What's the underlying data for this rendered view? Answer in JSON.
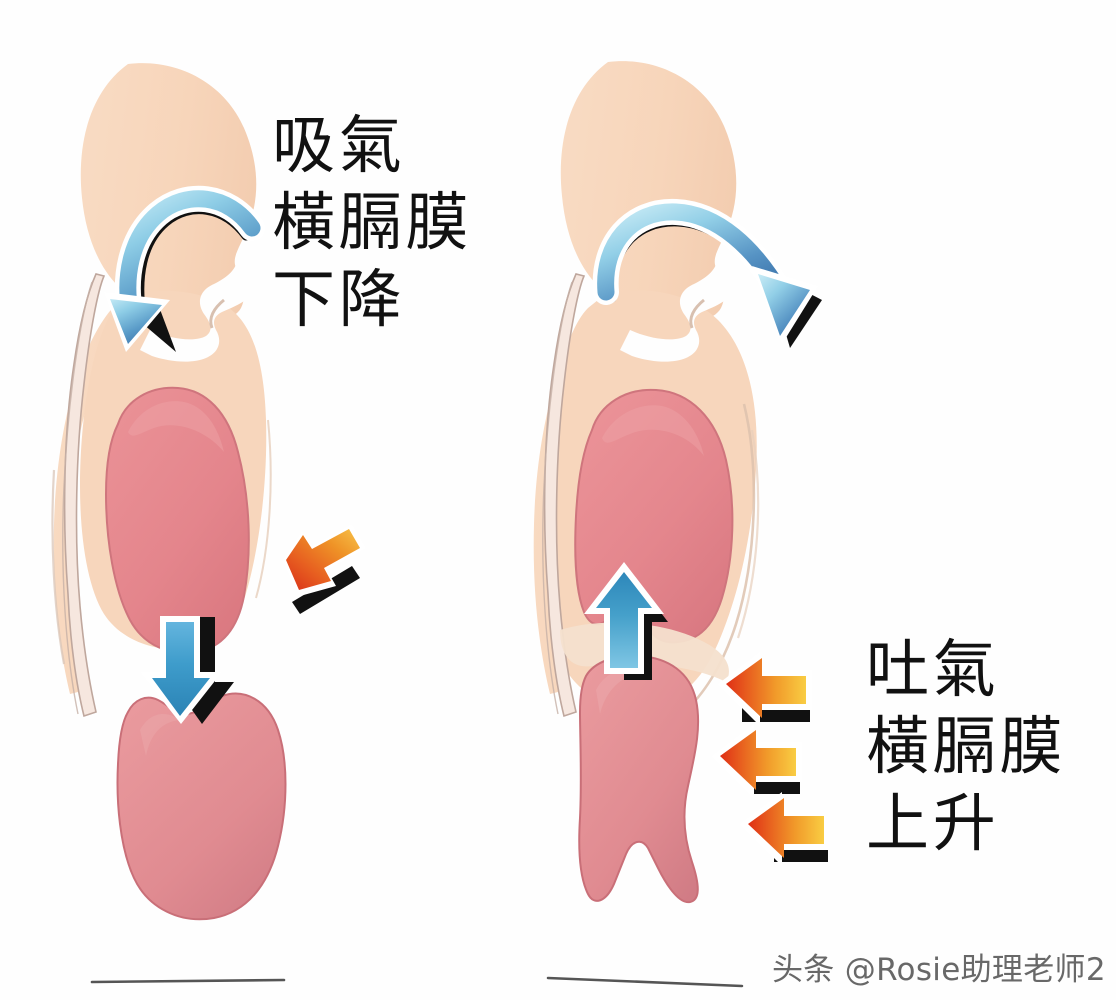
{
  "figure": {
    "title_alt": "Diaphragmatic breathing diagram",
    "background_color": "#fefefe"
  },
  "labels": {
    "inhale": {
      "name": "inhale-label",
      "lines": [
        "吸氣",
        "橫膈膜",
        "下降"
      ],
      "color": "#111111"
    },
    "exhale": {
      "name": "exhale-label",
      "lines": [
        "吐氣",
        "橫膈膜",
        "上升"
      ],
      "color": "#111111"
    }
  },
  "watermark": {
    "text": "头条 @Rosie助理老师2",
    "color": "#5d5d5d"
  },
  "palette": {
    "skin": "#f7d8bf",
    "skin_shadow": "#efcbb0",
    "skin_light": "#fbe7d6",
    "lung": "#e88d92",
    "lung_shadow": "#d3777e",
    "lung_edge": "#c9727a",
    "spine": "#f4e4dc",
    "spine_line": "#b99d94",
    "blue_dark": "#3b76ae",
    "blue_mid": "#2f8ec4",
    "blue_light": "#8fd3ec",
    "blue_pale": "#cdeaf6",
    "orange_red": "#e3391d",
    "orange_mid": "#ef7a22",
    "orange_yellow": "#f9c73b",
    "shadow": "#111111",
    "outline_white": "#ffffff",
    "baseline": "#4a4a4a"
  },
  "panels": [
    {
      "id": "left-panel",
      "name": "inhalation-panel",
      "phase": "inhale",
      "description": "Side view of head and torso during inhalation; diaphragm descends",
      "airflow_direction": "inward",
      "diaphragm_arrow": "down",
      "body_wall_arrows": 1,
      "body_wall_arrow_direction": "down-left"
    },
    {
      "id": "right-panel",
      "name": "exhalation-panel",
      "phase": "exhale",
      "description": "Side view of head and torso during exhalation; diaphragm rises",
      "airflow_direction": "outward",
      "diaphragm_arrow": "up",
      "body_wall_arrows": 3,
      "body_wall_arrow_direction": "left"
    }
  ]
}
